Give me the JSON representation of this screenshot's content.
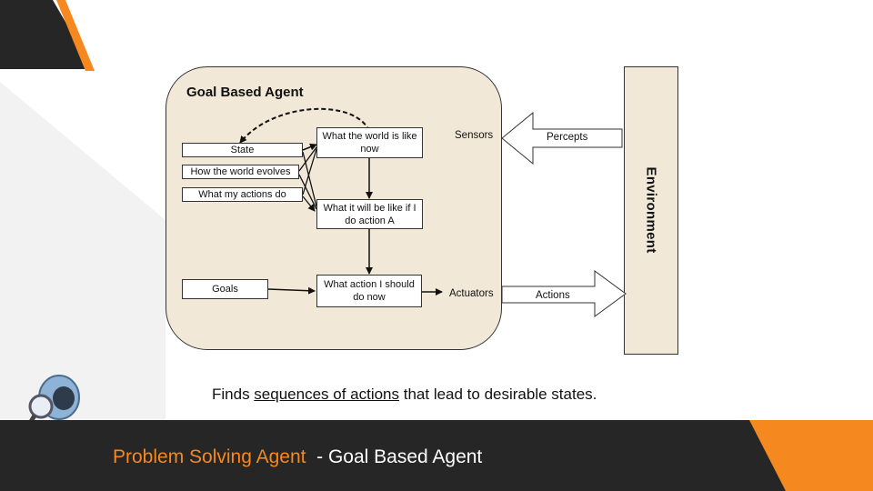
{
  "diagram": {
    "title": "Goal Based Agent",
    "environment": "Environment",
    "state_box": "State",
    "how_world_evolves": "How the world evolves",
    "what_my_actions_do": "What my actions do",
    "goals_box": "Goals",
    "world_now_box": "What the world is like now",
    "action_a_box": "What it will be like if I do action A",
    "action_now_box": "What action I should do now",
    "sensors": "Sensors",
    "actuators": "Actuators",
    "percepts": "Percepts",
    "actions": "Actions"
  },
  "caption": {
    "before": "Finds ",
    "underlined": "sequences of actions",
    "after": " that lead to desirable states."
  },
  "footer": {
    "title": "Problem Solving Agent",
    "subtitle": "  - Goal Based Agent"
  },
  "colors": {
    "accent": "#f5891f",
    "dark": "#262626",
    "agent_fill": "#f2e8d8",
    "footer_title": "#f5891f",
    "footer_subtitle": "#ffffff"
  }
}
